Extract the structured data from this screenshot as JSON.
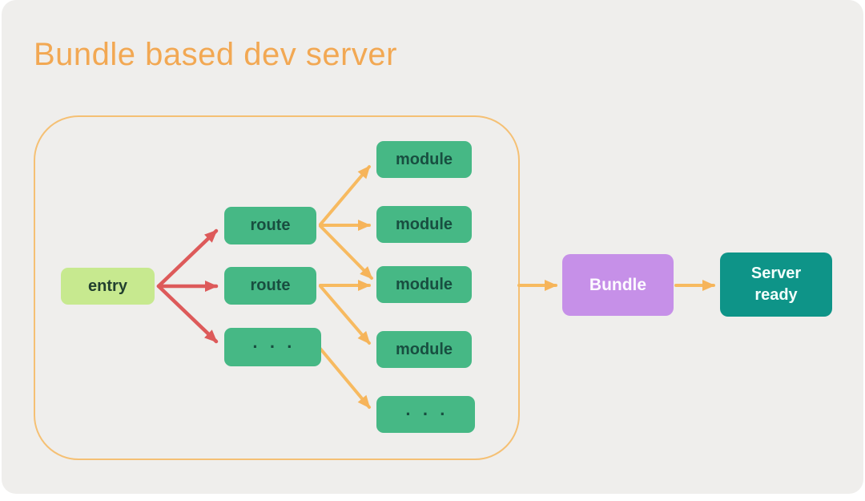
{
  "title": "Bundle based dev server",
  "diagram": {
    "entry": {
      "label": "entry"
    },
    "routes": [
      {
        "label": "route"
      },
      {
        "label": "route"
      },
      {
        "label": "· · ·"
      }
    ],
    "modules": [
      {
        "label": "module"
      },
      {
        "label": "module"
      },
      {
        "label": "module"
      },
      {
        "label": "module"
      },
      {
        "label": "· · ·"
      }
    ],
    "bundle": {
      "label": "Bundle"
    },
    "server": {
      "label": "Server\nready"
    }
  },
  "edges": [
    {
      "from": "entry",
      "to": "route-1",
      "color": "red"
    },
    {
      "from": "entry",
      "to": "route-2",
      "color": "red"
    },
    {
      "from": "entry",
      "to": "route-overflow",
      "color": "red"
    },
    {
      "from": "route-1",
      "to": "module-1",
      "color": "orange"
    },
    {
      "from": "route-1",
      "to": "module-2",
      "color": "orange"
    },
    {
      "from": "route-1",
      "to": "module-3",
      "color": "orange"
    },
    {
      "from": "route-2",
      "to": "module-3",
      "color": "orange"
    },
    {
      "from": "route-2",
      "to": "module-4",
      "color": "orange"
    },
    {
      "from": "route-overflow",
      "to": "module-overflow",
      "color": "orange"
    },
    {
      "from": "bundler-group",
      "to": "bundle",
      "color": "orange"
    },
    {
      "from": "bundle",
      "to": "server-ready",
      "color": "orange"
    }
  ],
  "colors": {
    "page_background": "#ffffff",
    "panel_background": "#efeeec",
    "title_text": "#f2a853",
    "group_border": "#f5c074",
    "entry_fill": "#c7e98f",
    "node_fill": "#46b885",
    "node_text": "#184e40",
    "bundle_fill": "#c690e8",
    "server_fill": "#0e9488",
    "light_text": "#ffffff",
    "arrow_red": "#dd5a5a",
    "arrow_orange": "#f7ba60"
  }
}
